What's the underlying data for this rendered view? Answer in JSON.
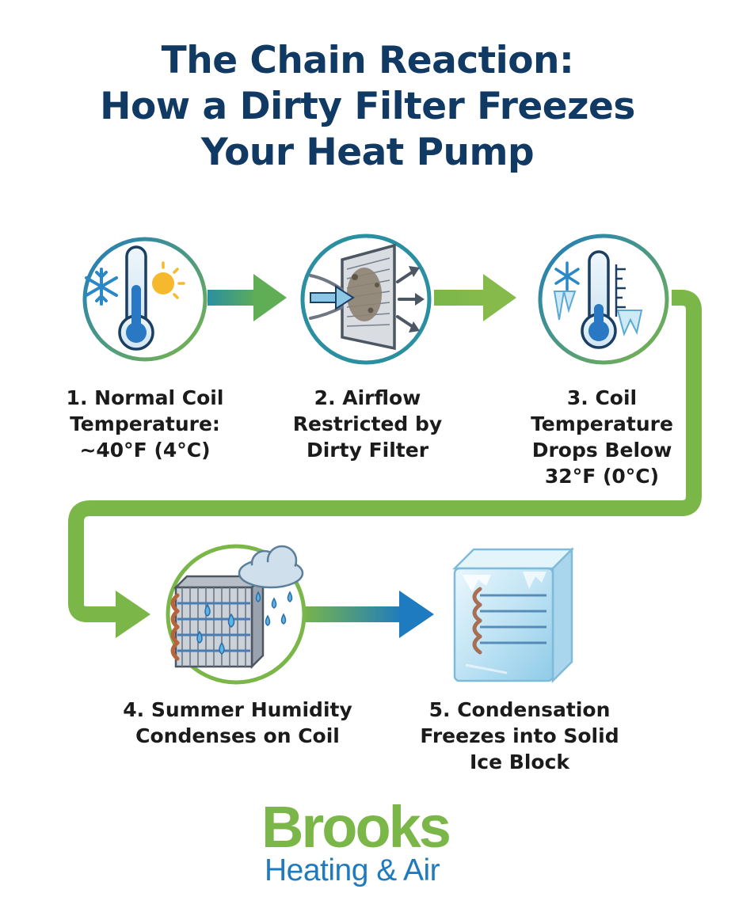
{
  "title": {
    "line1": "The Chain Reaction:",
    "line2": "How a Dirty Filter Freezes",
    "line3": "Your Heat Pump"
  },
  "steps": [
    {
      "icon": "thermometer-snowflake-sun-icon",
      "lines": [
        "1. Normal Coil",
        "Temperature:",
        "~40°F (4°C)"
      ]
    },
    {
      "icon": "dirty-filter-airflow-icon",
      "lines": [
        "2. Airflow",
        "Restricted by",
        "Dirty Filter"
      ]
    },
    {
      "icon": "freezing-thermometer-icon",
      "lines": [
        "3. Coil",
        "Temperature",
        "Drops Below",
        "32°F (0°C)"
      ]
    },
    {
      "icon": "humid-coil-condensation-icon",
      "lines": [
        "4. Summer Humidity",
        "Condenses on Coil"
      ]
    },
    {
      "icon": "ice-block-coil-icon",
      "lines": [
        "5. Condensation",
        "Freezes into Solid",
        "Ice Block"
      ]
    }
  ],
  "logo": {
    "name": "Brooks",
    "tagline": "Heating & Air"
  },
  "colors": {
    "title": "#103a63",
    "green": "#7ab648",
    "blue": "#1e7bbf",
    "teal": "#2a8fa0",
    "ice": "#cfeaf7"
  }
}
